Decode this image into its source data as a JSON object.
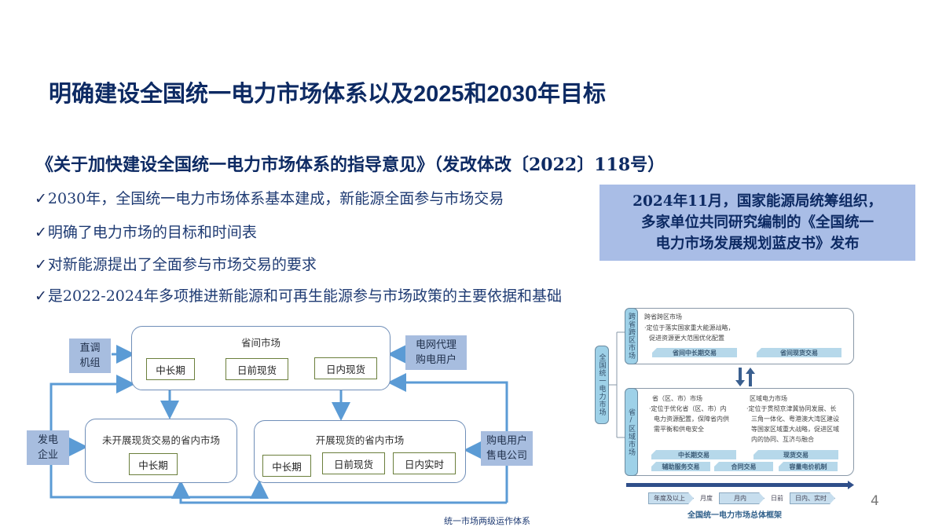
{
  "slide": {
    "title": "明确建设全国统一电力市场体系以及2025和2030年目标",
    "subtitle": "《关于加快建设全国统一电力市场体系的指导意见》（发改体改〔2022〕118号）",
    "check_glyph": "✓",
    "bullets": [
      "2030年，全国统一电力市场体系基本建成，新能源全面参与市场交易",
      "明确了电力市场的目标和时间表",
      "对新能源提出了全面参与市场交易的要求",
      "是2022-2024年多项推进新能源和可再生能源参与市场政策的主要依据和基础"
    ],
    "callout": {
      "lines": [
        "2024年11月，国家能源局统筹组织，",
        "多家单位共同研究编制的《全国统一",
        "电力市场发展规划蓝皮书》发布"
      ],
      "bg_color": "#a9bde6"
    },
    "page_number": "4"
  },
  "left_diagram": {
    "caption": "统一市场两级运作体系",
    "arrow_color": "#5b9bd5",
    "inter_province": {
      "title": "省间市场",
      "items": [
        "中长期",
        "日前现货",
        "日内现货"
      ]
    },
    "intra_no_spot": {
      "title": "未开展现货交易的省内市场",
      "items": [
        "中长期"
      ]
    },
    "intra_spot": {
      "title": "开展现货的省内市场",
      "items": [
        "中长期",
        "日前现货",
        "日内实时"
      ]
    },
    "actors": {
      "direct_units": [
        "直调",
        "机组"
      ],
      "grid_agent": [
        "电网代理",
        "购电用户"
      ],
      "gen_company": [
        "发电",
        "企业"
      ],
      "buyers": [
        "购电用户",
        "售电公司"
      ]
    }
  },
  "right_diagram": {
    "caption": "全国统一电力市场总体框架",
    "root_label": "全国统一电力市场",
    "cross_region": {
      "tab": "跨省跨区市场",
      "heading": "跨省跨区市场",
      "desc": [
        "·定位于落实国家重大能源战略，",
        "促进资源更大范围优化配置"
      ],
      "bars": [
        "省间中长期交易",
        "省间现货交易"
      ]
    },
    "provincial": {
      "tab": "省/区域市场",
      "left_heading": "省（区、市）市场",
      "left_desc": [
        "·定位于优化省（区、市）内",
        "电力资源配置，保障省内供",
        "需平衡和供电安全"
      ],
      "right_heading": "区域电力市场",
      "right_desc": [
        "·定位于贯彻京津冀协同发展、长",
        "三角一体化、粤港澳大湾区建设",
        "等国家区域重大战略，促进区域",
        "内的协同、互济与融合"
      ],
      "bars_top": [
        "中长期交易",
        "现货交易"
      ],
      "bars_bottom": [
        "辅助服务交易",
        "合同交易",
        "容量电价机制"
      ]
    },
    "timeline": [
      {
        "label": "年度及以上",
        "chev": true
      },
      {
        "label": "月度",
        "chev": false
      },
      {
        "label": "月内",
        "chev": true
      },
      {
        "label": "日前",
        "chev": false
      },
      {
        "label": "日内、实时",
        "chev": true
      }
    ]
  }
}
